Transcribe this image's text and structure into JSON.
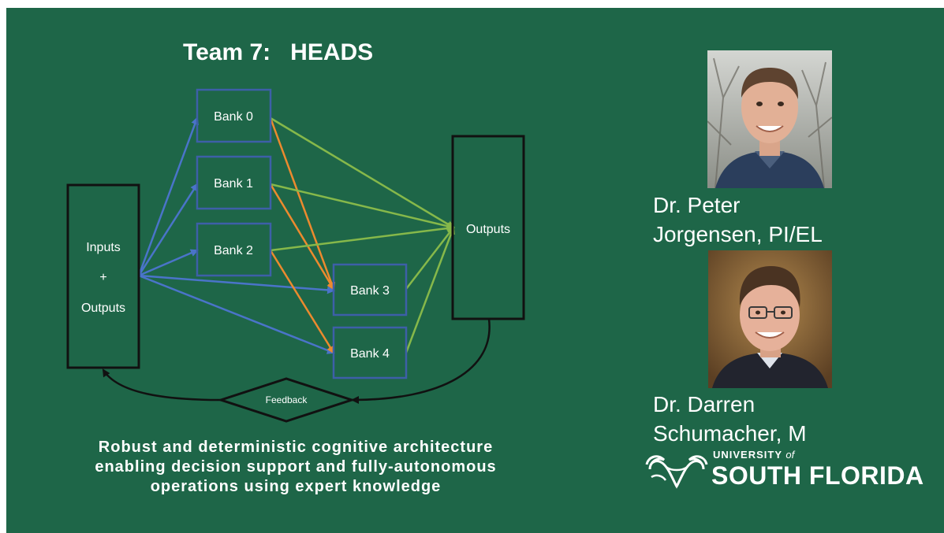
{
  "slide": {
    "title": "Team 7:   HEADS",
    "subtitle_lines": [
      "Robust and deterministic cognitive architecture",
      "enabling decision support and fully-autonomous",
      "operations using expert knowledge"
    ]
  },
  "diagram": {
    "input_box": {
      "line1": "Inputs",
      "line2": "+",
      "line3": "Outputs"
    },
    "banks": [
      "Bank 0",
      "Bank 1",
      "Bank 2",
      "Bank 3",
      "Bank 4"
    ],
    "output_box": "Outputs",
    "feedback": "Feedback",
    "colors": {
      "background": "#1e6648",
      "input_arrows": "#4a74c9",
      "bank_to_bank_arrows": "#ec8a2e",
      "to_output_arrows": "#86b84a",
      "bank_border": "#3d5fa8"
    }
  },
  "people": [
    {
      "name_line1": "Dr. Peter",
      "name_line2": "Jorgensen, PI/EL"
    },
    {
      "name_line1": "Dr. Darren",
      "name_line2": "Schumacher, M"
    }
  ],
  "logo": {
    "line1": "UNIVERSITY",
    "line1_suffix": "of",
    "line2": "SOUTH FLORIDA"
  }
}
